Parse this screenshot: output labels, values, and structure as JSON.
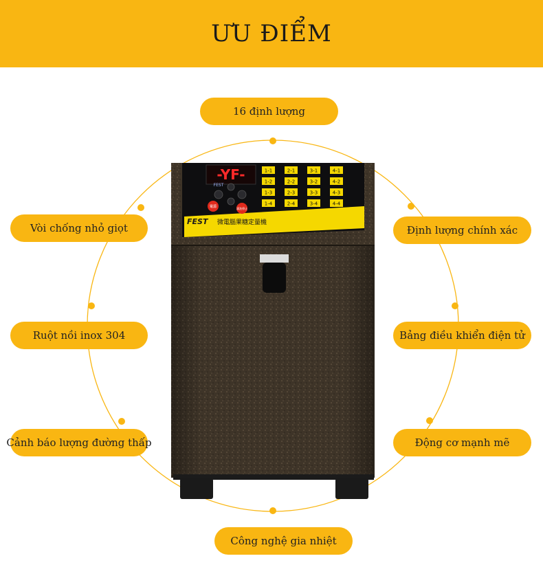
{
  "header": {
    "title": "ƯU ĐIỂM",
    "background": "#f9b612"
  },
  "features": {
    "top": "16 định lượng",
    "left_1": "Vòi chống nhỏ giọt",
    "left_2": "Ruột nồi inox 304",
    "left_3": "Cảnh báo lượng đường thấp",
    "right_1": "Định lượng chính xác",
    "right_2": "Bảng điều khiển điện tử",
    "right_3": "Động cơ mạnh mẽ",
    "bottom": "Công nghệ gia nhiệt"
  },
  "machine": {
    "display": "-YF-",
    "display_sub": "FEST",
    "brand": "FEST",
    "brand_cn": "微電腦果糖定量機",
    "power_label": "電源",
    "stop_label": "清洗停止",
    "keys": [
      [
        "1-1",
        "2-1",
        "3-1",
        "4-1"
      ],
      [
        "1-2",
        "2-2",
        "3-2",
        "4-2"
      ],
      [
        "1-3",
        "2-3",
        "3-3",
        "4-3"
      ],
      [
        "1-4",
        "2-4",
        "3-4",
        "4-4"
      ]
    ],
    "accent": "#f5d800"
  }
}
